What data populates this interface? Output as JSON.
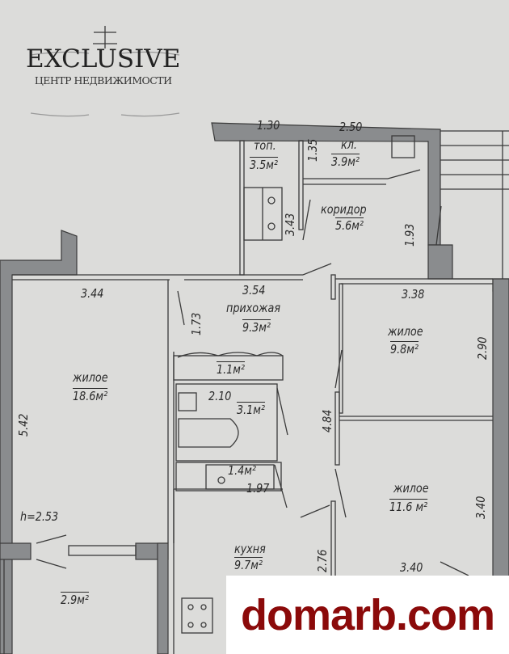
{
  "logo": {
    "title": "EXCLUSIVE",
    "subtitle": "ЦЕНТР НЕДВИЖИМОСТИ"
  },
  "watermark": "domarb.com",
  "colors": {
    "background": "#dcdcda",
    "wall": "#8a8c8e",
    "line": "#3a3a3a",
    "watermark": "#8b0a0a"
  },
  "rooms": {
    "toilet_room": {
      "width": "1.30",
      "name": "топ.",
      "area": "3.5м²"
    },
    "storage": {
      "width": "2.50",
      "depth": "1.35",
      "name": "кл.",
      "area": "3.9м²"
    },
    "corridor": {
      "name": "коридор",
      "area": "5.6м²",
      "dim_left": "3.43",
      "dim_right": "1.93"
    },
    "hallway": {
      "width": "3.54",
      "depth": "1.73",
      "name": "прихожая",
      "area": "9.3м²"
    },
    "living_large": {
      "width": "3.44",
      "depth": "5.42",
      "name": "жилое",
      "area": "18.6м²"
    },
    "living_small": {
      "width": "3.38",
      "depth": "2.90",
      "name": "жилое",
      "area": "9.8м²"
    },
    "living_mid": {
      "width": "3.40",
      "depth": "3.40",
      "name": "жилое",
      "area": "11.6 м²"
    },
    "closet": {
      "area": "1.1м²"
    },
    "bathroom": {
      "width": "2.10",
      "area": "3.1м²"
    },
    "wc": {
      "area": "1.4м²",
      "width": "1.97"
    },
    "kitchen": {
      "name": "кухня",
      "area": "9.7м²",
      "depth": "2.76"
    },
    "balcony": {
      "area": "2.9м²"
    },
    "partition_dim": "4.84",
    "ceiling_height": "h=2.53"
  }
}
